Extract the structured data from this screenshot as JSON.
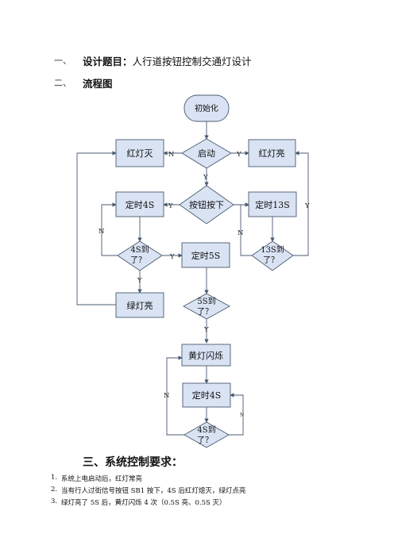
{
  "section1": {
    "num": "一、",
    "label": "设计题目：",
    "value": "人行道按钮控制交通灯设计"
  },
  "section2": {
    "num": "二、",
    "label": "流程图"
  },
  "flowchart": {
    "start": "初始化",
    "red_off": "红灯灭",
    "launch": "启动",
    "red_on": "红灯亮",
    "timer4_line1": "定时4S",
    "button_pressed": "按钮按下",
    "timer13": "定时13S",
    "check4_line1": "4S到",
    "check4_line2": "了？",
    "timer5": "定时5S",
    "check13_line1": "13S到",
    "check13_line2": "了？",
    "green_on": "绿灯亮",
    "check5_line1": "5S到",
    "check5_line2": "了？",
    "yellow_blink": "黄灯闪烁",
    "timer4b": "定时4S",
    "check4b_line1": "4S到",
    "check4b_line2": "了？",
    "yes": "Y",
    "no": "N"
  },
  "section3": {
    "title": "三、系统控制要求：",
    "items": [
      {
        "num": "1.",
        "text": "系统上电启动后，红灯常亮"
      },
      {
        "num": "2.",
        "text": "当有行人过街信号按钮 SB1 按下，4S 后红灯熄灭，绿灯点亮"
      },
      {
        "num": "3.",
        "text": "绿灯亮了 5S 后，黄灯闪烁 4 次（0.5S 亮、0.5S 灭）"
      }
    ]
  }
}
